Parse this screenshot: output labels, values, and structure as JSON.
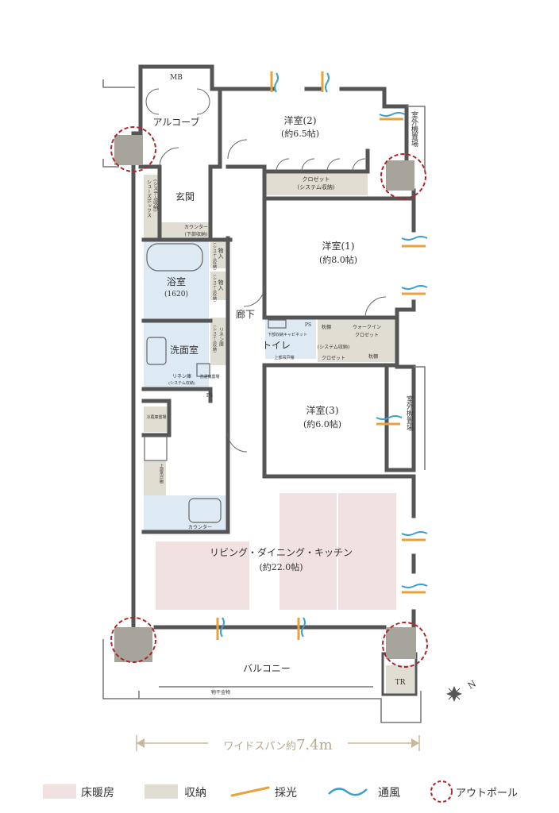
{
  "rooms": {
    "mb": "MB",
    "alcove": "アルコーブ",
    "genkan": "玄関",
    "western2": "洋室(2)",
    "western2_size": "(約6.5帖)",
    "closet_top": "クロゼット",
    "closet_top_sub": "(システム収納)",
    "outdoor_unit_top": "室外機置場",
    "system_box": "シューズボックス",
    "system_box_sub": "(システム収納)",
    "counter_entry": "カウンター",
    "counter_entry_sub": "(下部収納)",
    "western1": "洋室(1)",
    "western1_size": "(約8.0帖)",
    "storage1": "物入",
    "storage1_sub": "(システム収納)",
    "storage2": "物入",
    "storage2_sub": "(システム収納)",
    "bath": "浴室",
    "bath_size": "(1620)",
    "corridor": "廊下",
    "ps1": "PS",
    "toilet": "トイレ",
    "toilet_sub": "下部収納キャビネット",
    "toilet_upper": "上部吊戸棚",
    "shelf1": "枕棚",
    "walkin": "ウォークイン",
    "walkin2": "クロゼット",
    "shelf2": "枕棚",
    "system_closet": "(システム収納)",
    "closet_mid": "クロゼット",
    "washroom": "洗面室",
    "linen1": "リネン庫",
    "linen1_sub": "(システム収納)",
    "linen2": "リネン庫",
    "linen2_sub": "(システム収納)",
    "washer": "洗濯機置場",
    "ps2": "PS",
    "western3": "洋室(3)",
    "western3_size": "(約6.0帖)",
    "outdoor_unit_mid": "室外機置場",
    "fridge": "冷蔵庫置場",
    "upper_cabinet": "上部吊戸棚",
    "counter_kitchen": "カウンター",
    "ldk": "リビング・ダイニング・キッチン",
    "ldk_size": "(約22.0帖)",
    "balcony": "バルコニー",
    "drying": "物干金物",
    "tr": "TR",
    "north": "N"
  },
  "span_label": "ワイドスパン約",
  "span_value": "7.4m",
  "legend": {
    "floor_heating": "床暖房",
    "storage": "収納",
    "daylight": "採光",
    "ventilation": "通風",
    "outpole": "アウトポール"
  },
  "colors": {
    "wall": "#555555",
    "floor_heating": "#f1e1e0",
    "storage": "#e0ddd2",
    "wet_area": "#dde9f3",
    "pole_fill": "#a7a49c",
    "pole_ring": "#b0252b",
    "light": "#e9a23b",
    "wind": "#3b9fd0",
    "span_arrow": "#c9b99a"
  }
}
